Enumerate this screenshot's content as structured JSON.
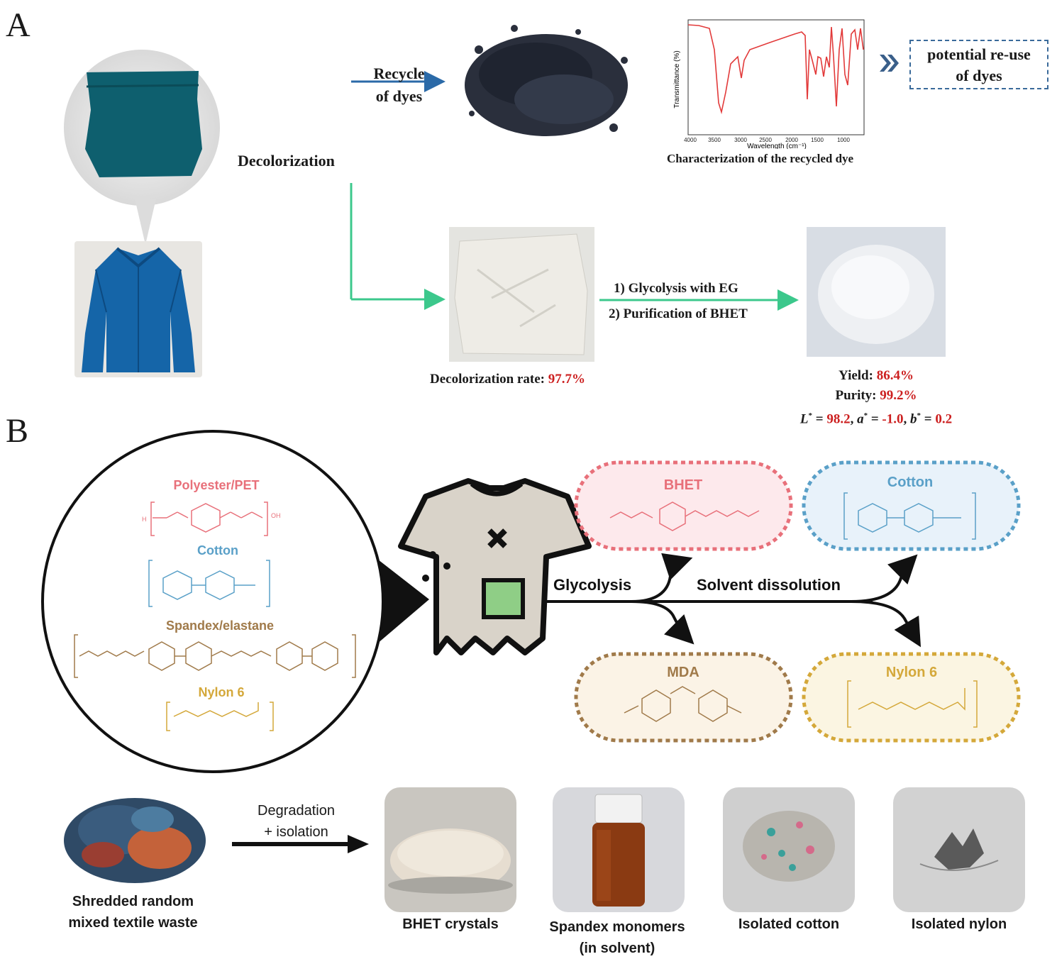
{
  "panel_a": {
    "letter": "A",
    "decolorization": "Decolorization",
    "recycle_line1": "Recycle",
    "recycle_line2": "of dyes",
    "ftir_ylabel": "Transmittance (%)",
    "ftir_xlabel": "Wavelength (cm⁻¹)",
    "ftir_ticks": [
      "4000",
      "3500",
      "3000",
      "2500",
      "2000",
      "1500",
      "1000"
    ],
    "characterization": "Characterization  of the recycled  dye",
    "reuse_line1": "potential re-use",
    "reuse_line2": "of dyes",
    "step1": "1) Glycolysis with EG",
    "step2": "2) Purification of  BHET",
    "decolor_rate_label": "Decolorization  rate: ",
    "decolor_rate_value": "97.7%",
    "yield_label": "Yield: ",
    "yield_value": "86.4%",
    "purity_label": "Purity: ",
    "purity_value": "99.2%",
    "L_value": "98.2",
    "a_value": "-1.0",
    "b_value": "0.2"
  },
  "panel_b": {
    "letter": "B",
    "polymers": {
      "pet": "Polyester/PET",
      "cotton": "Cotton",
      "spandex": "Spandex/elastane",
      "nylon": "Nylon 6"
    },
    "glycolysis": "Glycolysis",
    "solvent_dissolution": "Solvent dissolution",
    "products": {
      "bhet": "BHET",
      "cotton": "Cotton",
      "mda": "MDA",
      "nylon": "Nylon 6"
    },
    "degradation_line1": "Degradation",
    "degradation_line2": "+ isolation",
    "shredded_line1": "Shredded random",
    "shredded_line2": "mixed textile waste",
    "captions": {
      "bhet_crystals": "BHET crystals",
      "spandex_line1": "Spandex monomers",
      "spandex_line2": "(in solvent)",
      "isolated_cotton": "Isolated cotton",
      "isolated_nylon": "Isolated nylon"
    }
  },
  "colors": {
    "pet": "#e8707a",
    "cotton": "#5aa0c8",
    "spandex": "#a07a4a",
    "nylon": "#d4a83a",
    "value_red": "#cc1f1f",
    "branch_blue": "#2b6aa8",
    "branch_green": "#3cc88c"
  }
}
